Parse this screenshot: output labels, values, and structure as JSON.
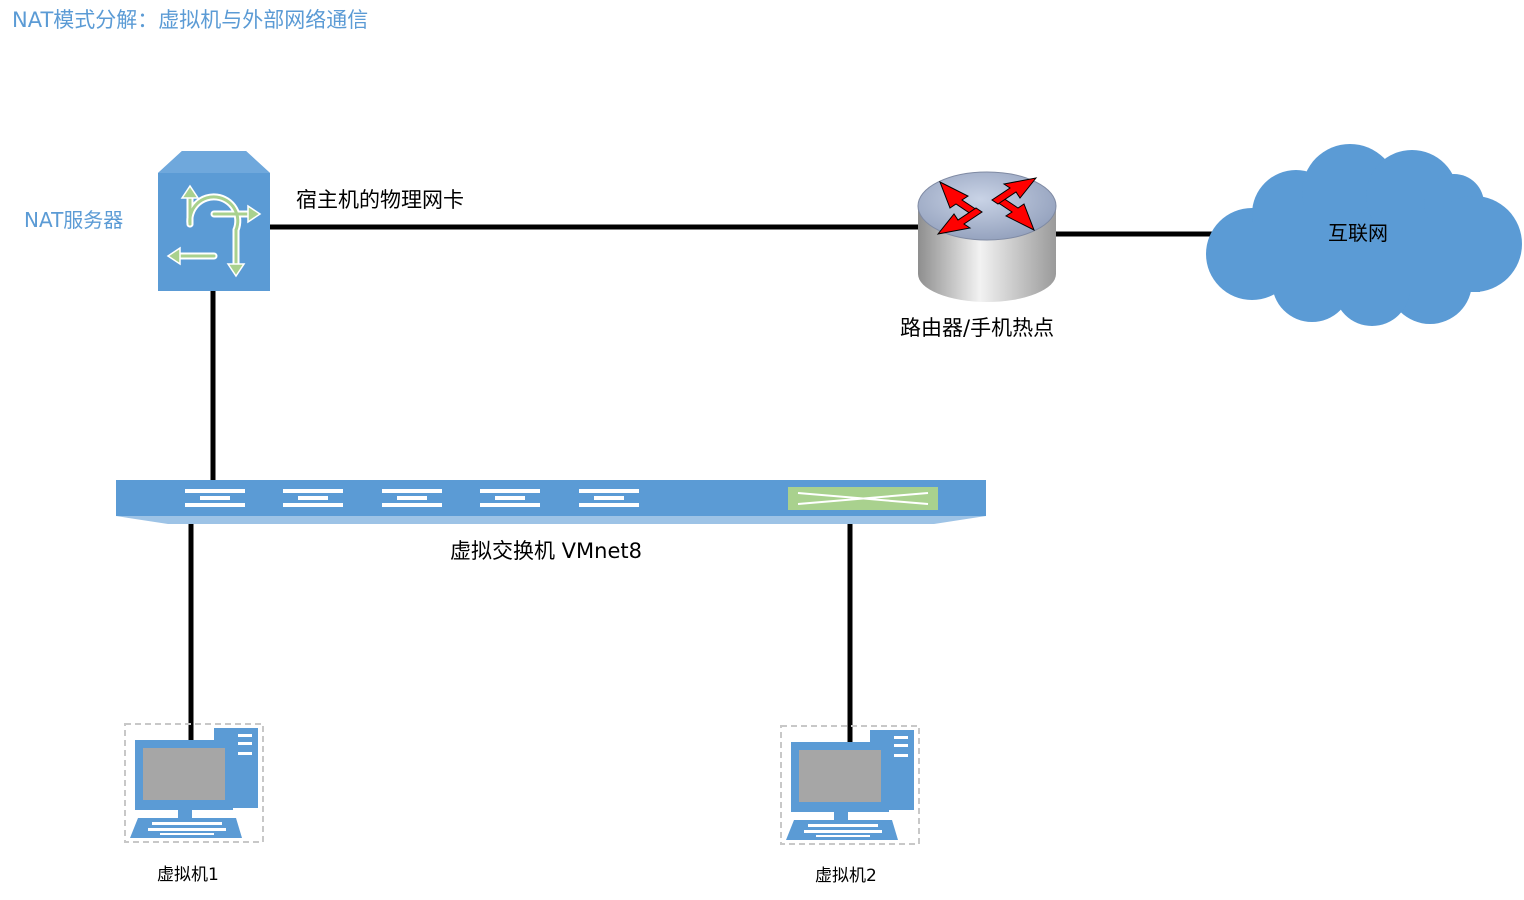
{
  "title": "NAT模式分解：虚拟机与外部网络通信",
  "nodes": {
    "nat_server": {
      "label": "NAT服务器",
      "icon": "nat-server-icon"
    },
    "router": {
      "label": "路由器/手机热点",
      "icon": "router-icon"
    },
    "internet": {
      "label": "互联网",
      "icon": "cloud-icon"
    },
    "virtual_switch": {
      "label": "虚拟交换机 VMnet8",
      "icon": "switch-icon"
    },
    "vm1": {
      "label": "虚拟机1",
      "icon": "computer-icon"
    },
    "vm2": {
      "label": "虚拟机2",
      "icon": "computer-icon"
    }
  },
  "links": {
    "host_nic": {
      "label": "宿主机的物理网卡"
    }
  },
  "colors": {
    "accent": "#5b9bd5",
    "device_blue": "#5b9bd5",
    "router_arrows": "#ff0000",
    "switch_port_green": "#a9d18e",
    "cloud": "#5b9bd5",
    "line": "#000000"
  }
}
